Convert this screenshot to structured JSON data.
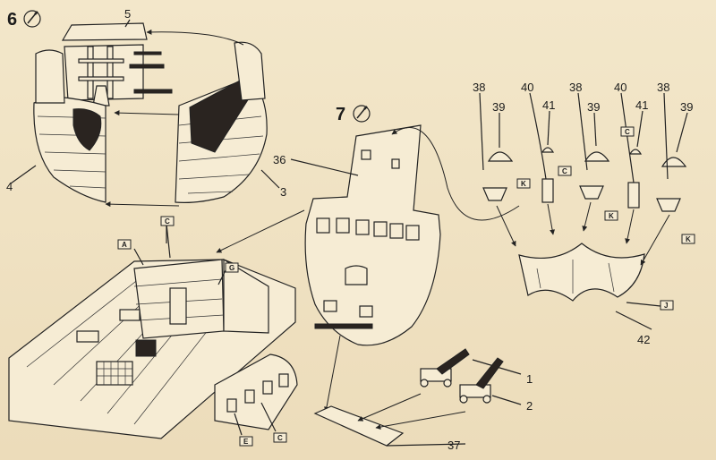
{
  "steps": [
    {
      "number": "6",
      "parts": [
        "5",
        "4",
        "3"
      ]
    },
    {
      "number": "7",
      "parts": [
        "36",
        "37",
        "1",
        "2",
        "38",
        "39",
        "40",
        "41",
        "42"
      ]
    }
  ],
  "step6": {
    "label": "6",
    "part_5": "5",
    "part_4": "4",
    "part_3": "3"
  },
  "step7": {
    "label": "7",
    "part_36": "36",
    "part_37": "37",
    "part_1": "1",
    "part_2": "2",
    "part_42": "42",
    "top_labels": [
      "38",
      "39",
      "40",
      "41",
      "38",
      "39",
      "40",
      "41",
      "38",
      "39"
    ]
  },
  "flags": {
    "c": "C",
    "a": "A",
    "g": "G",
    "e": "E",
    "k": "K",
    "j": "J"
  },
  "icons": {
    "glue": "glue-brush-icon"
  }
}
